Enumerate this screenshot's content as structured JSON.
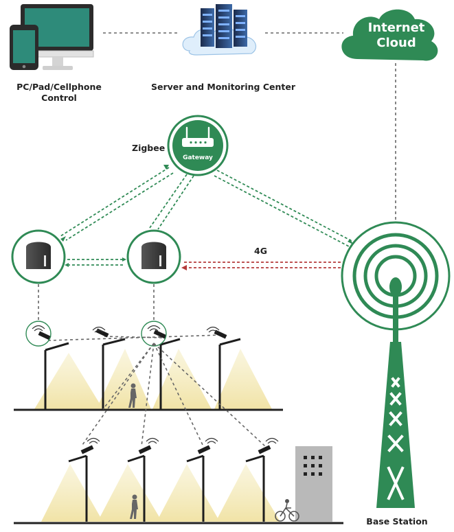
{
  "labels": {
    "pc": [
      "PC/Pad/Cellphone",
      "Control"
    ],
    "server": "Server and Monitoring Center",
    "cloud": [
      "Internet",
      "Cloud"
    ],
    "zigbee": "Zigbee",
    "gateway": "Gateway",
    "fourg": "4G",
    "base_station": "Base Station"
  },
  "colors": {
    "green": "#2f8a55",
    "green_dark": "#1f7a46",
    "red_dashed": "#b43a3a",
    "gray_dashed": "#666666",
    "light_cone": "#f3e9b8",
    "building": "#b9b9b9",
    "ground": "#222222"
  },
  "icons": [
    "monitor-icon",
    "tablet-icon",
    "server-icon",
    "cloud-icon",
    "router-icon",
    "controller-icon",
    "wifi-icon",
    "street-light-icon",
    "pedestrian-icon",
    "cyclist-icon",
    "building-icon",
    "cell-tower-icon"
  ]
}
